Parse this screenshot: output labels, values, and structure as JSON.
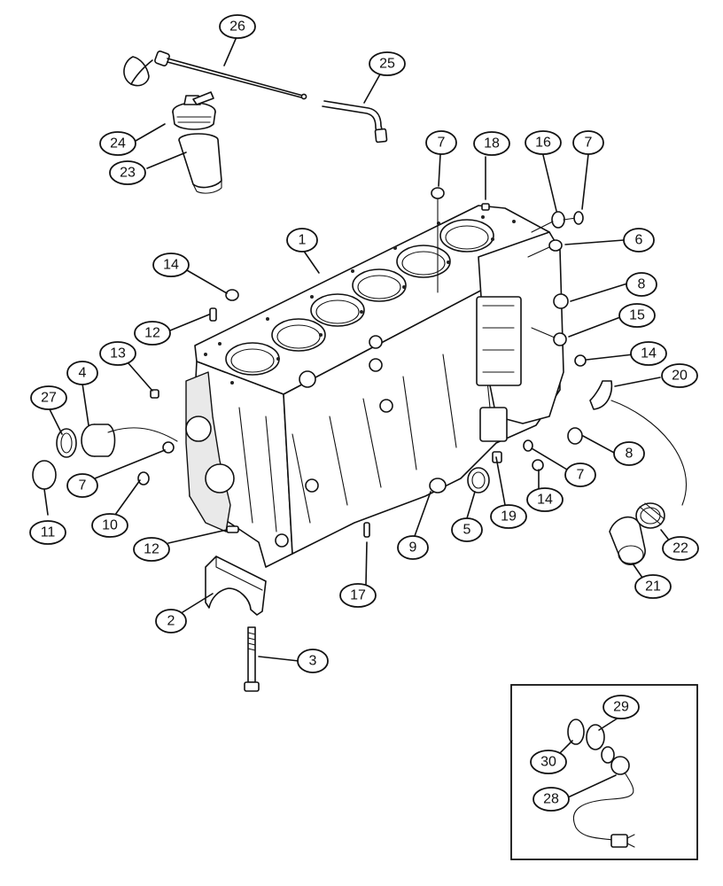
{
  "callouts": [
    {
      "id": "1",
      "label": "1"
    },
    {
      "id": "2",
      "label": "2"
    },
    {
      "id": "3",
      "label": "3"
    },
    {
      "id": "4",
      "label": "4"
    },
    {
      "id": "5",
      "label": "5"
    },
    {
      "id": "6",
      "label": "6"
    },
    {
      "id": "7a",
      "label": "7"
    },
    {
      "id": "7b",
      "label": "7"
    },
    {
      "id": "7c",
      "label": "7"
    },
    {
      "id": "7d",
      "label": "7"
    },
    {
      "id": "8a",
      "label": "8"
    },
    {
      "id": "8b",
      "label": "8"
    },
    {
      "id": "9",
      "label": "9"
    },
    {
      "id": "10",
      "label": "10"
    },
    {
      "id": "11",
      "label": "11"
    },
    {
      "id": "12a",
      "label": "12"
    },
    {
      "id": "12b",
      "label": "12"
    },
    {
      "id": "13",
      "label": "13"
    },
    {
      "id": "14a",
      "label": "14"
    },
    {
      "id": "14b",
      "label": "14"
    },
    {
      "id": "14c",
      "label": "14"
    },
    {
      "id": "15",
      "label": "15"
    },
    {
      "id": "16",
      "label": "16"
    },
    {
      "id": "17",
      "label": "17"
    },
    {
      "id": "18",
      "label": "18"
    },
    {
      "id": "19",
      "label": "19"
    },
    {
      "id": "20",
      "label": "20"
    },
    {
      "id": "21",
      "label": "21"
    },
    {
      "id": "22",
      "label": "22"
    },
    {
      "id": "23",
      "label": "23"
    },
    {
      "id": "24",
      "label": "24"
    },
    {
      "id": "25",
      "label": "25"
    },
    {
      "id": "26",
      "label": "26"
    },
    {
      "id": "27",
      "label": "27"
    },
    {
      "id": "28",
      "label": "28"
    },
    {
      "id": "29",
      "label": "29"
    },
    {
      "id": "30",
      "label": "30"
    }
  ]
}
